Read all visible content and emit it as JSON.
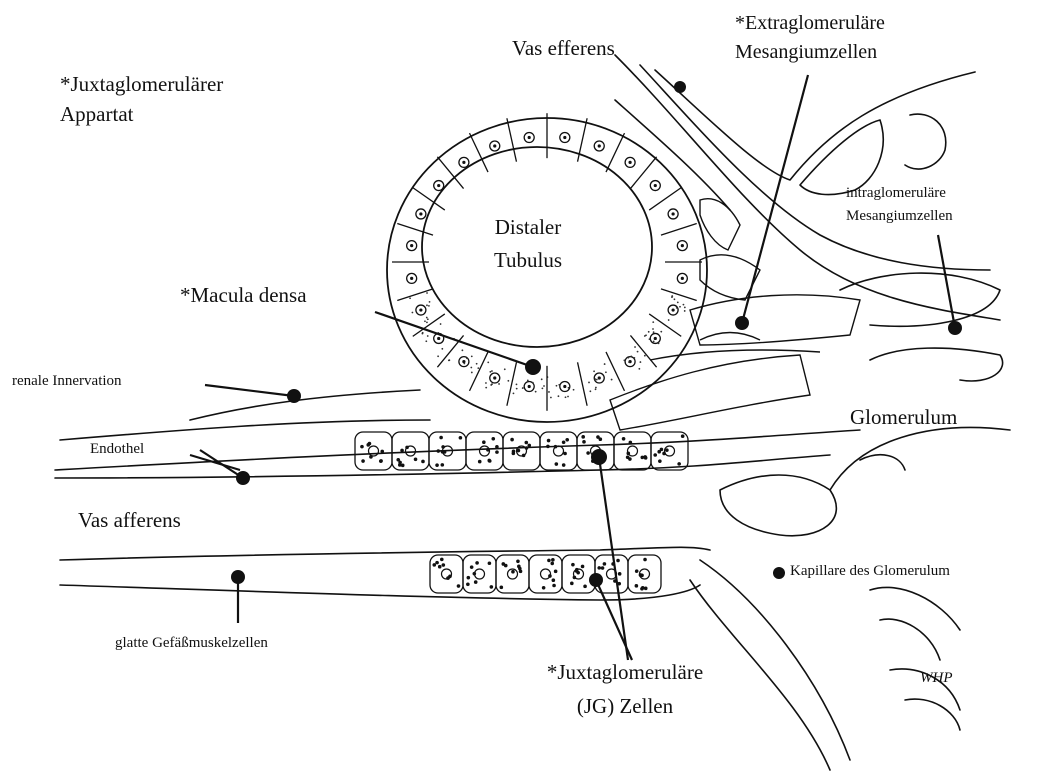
{
  "labels": {
    "juxta_app_1": "*Juxtaglomerulärer",
    "juxta_app_2": "Appartat",
    "vas_efferens": "Vas efferens",
    "extra_1": "*Extraglomeruläre",
    "extra_2": "Mesangiumzellen",
    "intra_1": "intraglomeruläre",
    "intra_2": "Mesangiumzellen",
    "distaler_1": "Distaler",
    "distaler_2": "Tubulus",
    "macula": "*Macula densa",
    "renale": "renale Innervation",
    "endothel": "Endothel",
    "glomerulum": "Glomerulum",
    "vas_afferens": "Vas afferens",
    "kapillare": "Kapillare des Glomerulum",
    "glatte": "glatte Gefäßmuskelzellen",
    "jg_1": "*Juxtaglomeruläre",
    "jg_2": "(JG) Zellen",
    "signature": "WHP"
  },
  "colors": {
    "ink": "#111111",
    "stipple": "#333333",
    "background": "#ffffff"
  }
}
